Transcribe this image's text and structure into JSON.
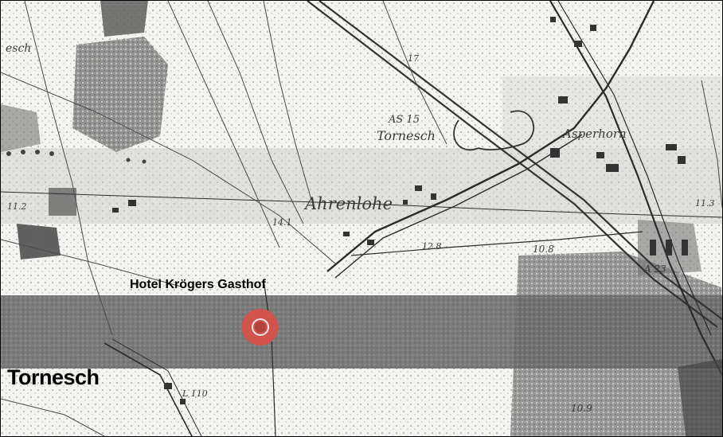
{
  "map": {
    "place_labels": {
      "top_left": "esch",
      "tornesch_junction": "Tornesch",
      "junction_number": "AS 15",
      "ahrenlohe": "Ahrenlohe",
      "asperhorn": "Asperhorn",
      "road_17": "17",
      "height_1": "11.2",
      "height_2": "14.1",
      "height_3": "12.8",
      "height_4": "10.8",
      "height_5": "10.9",
      "height_6": "11.3",
      "road_l110": "L 110",
      "road_a23": "A 23"
    },
    "overlay": {
      "town_name": "Tornesch",
      "hotel_name": "Hotel Krögers Gasthof"
    },
    "colors": {
      "marker": "#d1534b",
      "band": "#5a5a5a",
      "forest": "#6a6a6a"
    },
    "icons": {
      "marker": "location-target-icon"
    }
  }
}
